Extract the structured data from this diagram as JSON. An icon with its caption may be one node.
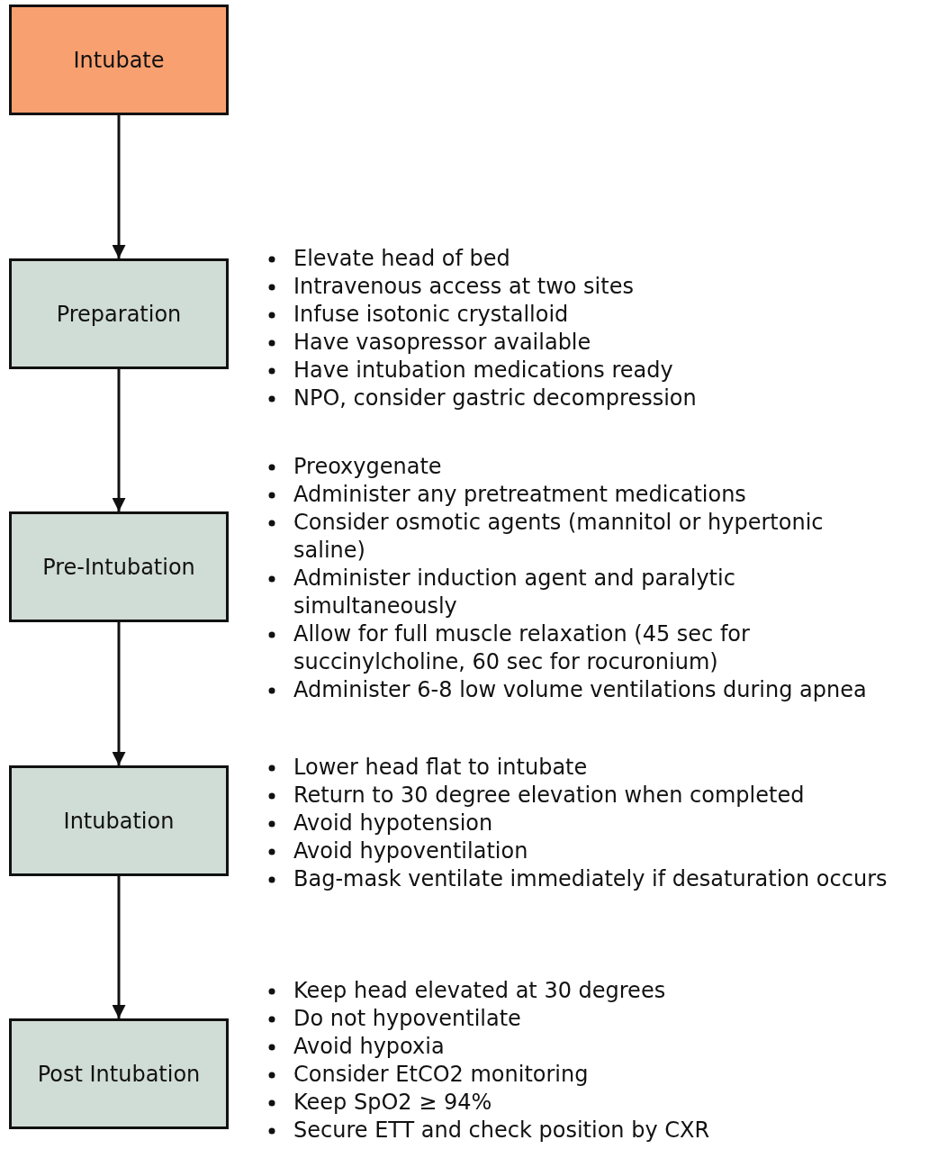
{
  "diagram": {
    "nodes": [
      {
        "text": [
          "Intubate"
        ]
      },
      {
        "text": [
          "Preparation"
        ],
        "beside": [
          "Elevate head of bed",
          "Intravenous access at two sites",
          "Infuse isotonic crystalloid",
          "Have vasopressor available",
          "Have intubation medications ready",
          "NPO, consider gastric decompression"
        ]
      },
      {
        "text": [
          "Pre-Intubation"
        ],
        "beside": [
          "Preoxygenate",
          "Administer any pretreatment medications",
          "Consider osmotic agents (mannitol or hypertonic saline)",
          "Administer induction agent and paralytic simultaneously",
          "Allow for full muscle relaxation (45 sec for succinylcholine, 60 sec for rocuronium)",
          "Administer 6-8 low volume ventilations during apnea"
        ]
      },
      {
        "text": [
          "Intubation"
        ],
        "beside": [
          "Lower head flat to intubate",
          "Return to 30 degree elevation when completed",
          "Avoid hypotension",
          "Avoid hypoventilation",
          "Bag-mask ventilate immediately if desaturation occurs"
        ]
      },
      {
        "text": [
          "Post Intubation"
        ],
        "beside": [
          "Keep head elevated at 30 degrees",
          "Do not hypoventilate",
          "Avoid hypoxia",
          "Consider EtCO2 monitoring",
          "Keep SpO2 ≥ 94%",
          "Secure ETT and check position by CXR"
        ]
      }
    ],
    "edges": [
      {
        "from": 0,
        "to": 1,
        "arrow": "to"
      },
      {
        "from": 1,
        "to": 2,
        "arrow": "to"
      },
      {
        "from": 2,
        "to": 3,
        "arrow": "to"
      },
      {
        "from": 3,
        "to": 4,
        "arrow": "to"
      }
    ]
  }
}
